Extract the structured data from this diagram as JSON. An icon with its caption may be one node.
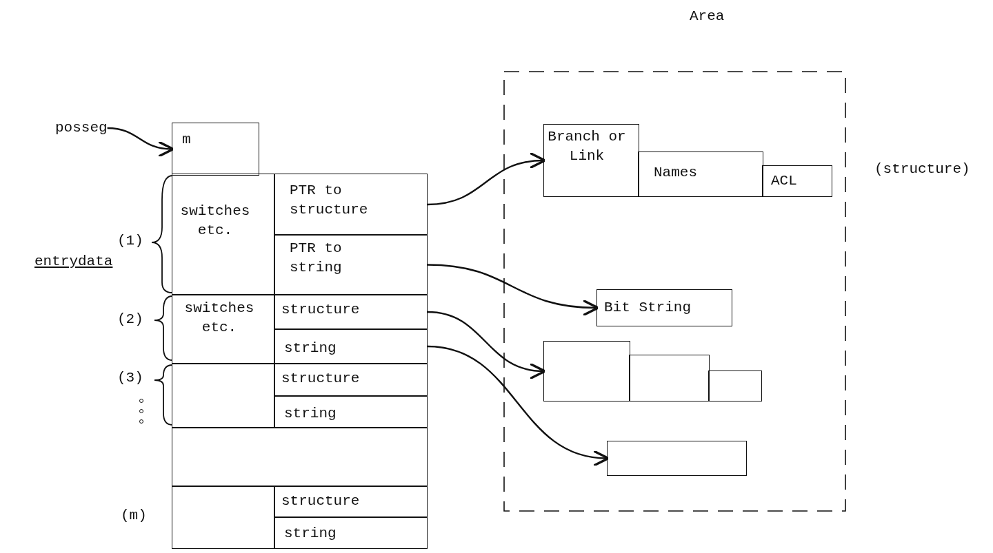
{
  "diagram": {
    "nodes": [
      {
        "text": [
          "posseg"
        ]
      },
      {
        "text": [
          "m"
        ]
      },
      {
        "text": [
          "switches etc."
        ]
      },
      {
        "text": [
          "PTR to structure"
        ]
      },
      {
        "text": [
          "PTR to string"
        ]
      },
      {
        "text": [
          "switches etc."
        ]
      },
      {
        "text": [
          "structure"
        ]
      },
      {
        "text": [
          "string"
        ]
      },
      {
        "text": [],
        "shape": "box"
      },
      {
        "text": [
          "structure"
        ]
      },
      {
        "text": [
          "string"
        ]
      },
      {
        "text": [],
        "shape": "box"
      },
      {
        "text": [],
        "shape": "box"
      },
      {
        "text": [
          "structure"
        ]
      },
      {
        "text": [
          "string"
        ]
      },
      {
        "text": [
          "Area"
        ]
      },
      {
        "text": [
          "Branch or Link"
        ],
        "in": 15
      },
      {
        "text": [
          "Names"
        ],
        "in": 15
      },
      {
        "text": [
          "ACL"
        ],
        "in": 15
      },
      {
        "text": [
          "Bit String"
        ],
        "in": 15
      },
      {
        "text": [],
        "shape": "box",
        "in": 15
      },
      {
        "text": [],
        "shape": "box",
        "in": 15
      },
      {
        "text": [],
        "shape": "box",
        "in": 15
      },
      {
        "text": [],
        "shape": "box",
        "in": 15
      }
    ],
    "edges": [
      {
        "from": 0,
        "to": 1,
        "arrow": "to"
      },
      {
        "from": 3,
        "to": 16,
        "arrow": "to"
      },
      {
        "from": 4,
        "to": 19,
        "arrow": "to"
      },
      {
        "from": 6,
        "to": 20,
        "arrow": "to"
      },
      {
        "from": 7,
        "to": 23,
        "arrow": "to"
      }
    ],
    "labels": [
      "entrydata",
      "(1)",
      "(2)",
      "(3)",
      "(m)",
      "(structure)"
    ]
  }
}
